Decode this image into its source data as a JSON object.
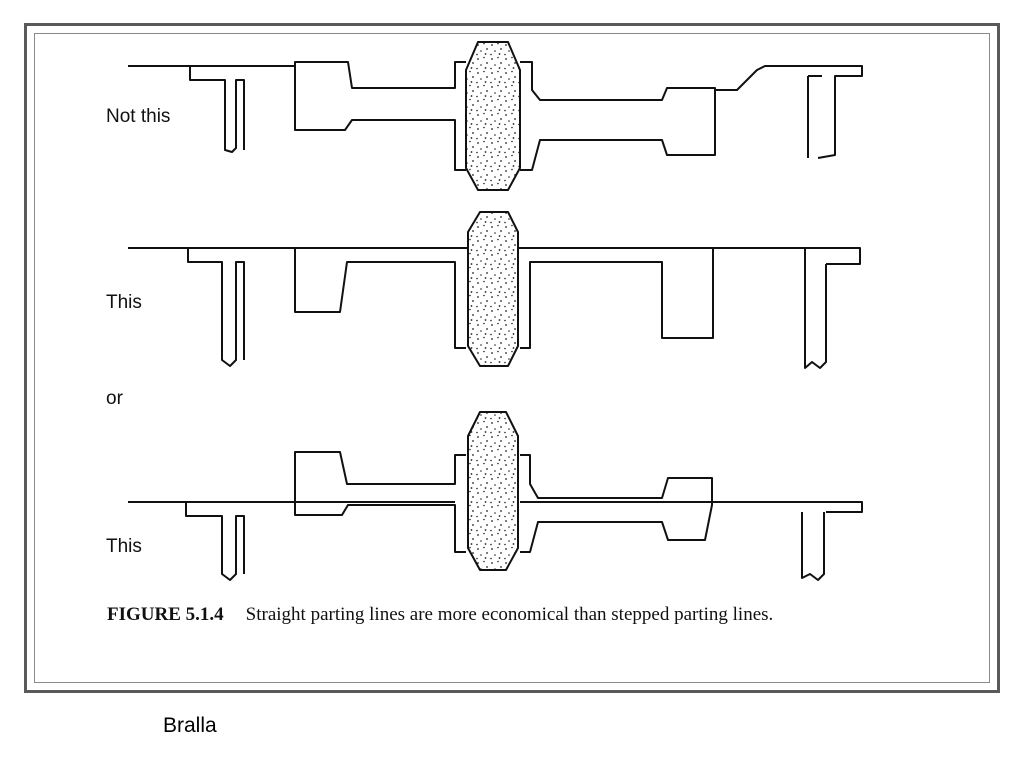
{
  "labels": {
    "row1": "Not this",
    "row2": "This",
    "between": "or",
    "row3": "This"
  },
  "caption": {
    "figure_number": "FIGURE 5.1.4",
    "text": "Straight parting lines are more economical than stepped parting lines."
  },
  "footer": "Bralla",
  "colors": {
    "ink": "#111111",
    "frame": "#5a5a5a"
  }
}
